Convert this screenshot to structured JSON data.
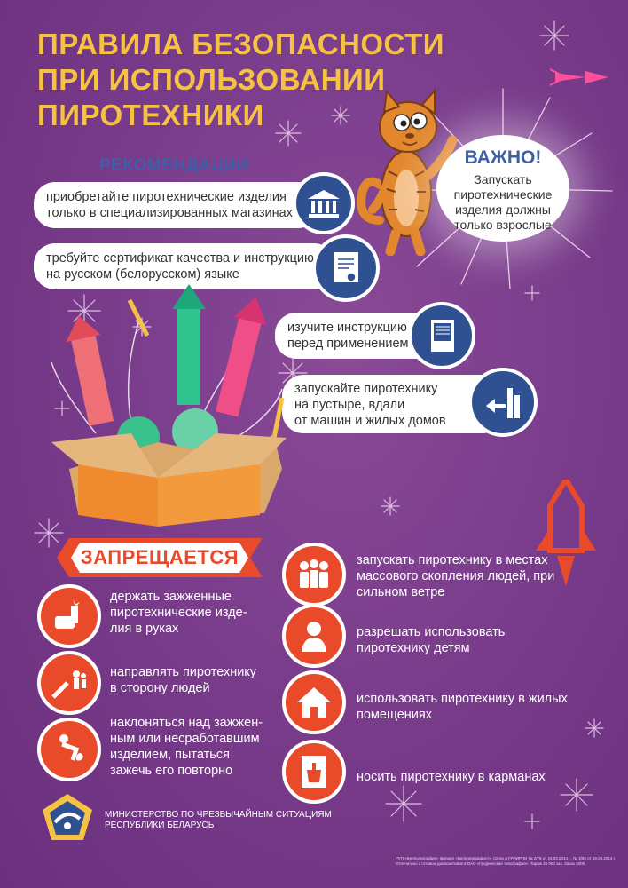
{
  "title": {
    "line1": "ПРАВИЛА БЕЗОПАСНОСТИ",
    "line2": "ПРИ ИСПОЛЬЗОВАНИИ",
    "line3": "ПИРОТЕХНИКИ"
  },
  "recommendations": {
    "heading": "РЕКОМЕНДАЦИИ",
    "items": [
      {
        "line1": "приобретайте пиротехнические изделия",
        "line2": "только в специализированных  магазинах",
        "icon": "shop-icon"
      },
      {
        "line1": "требуйте сертификат качества и инструкцию",
        "line2": "на русском (белорусском) языке",
        "icon": "certificate-icon"
      },
      {
        "line1": "изучите инструкцию",
        "line2": "перед применением",
        "icon": "instruction-book-icon"
      },
      {
        "line1": "запускайте пиротехнику",
        "line2": "на пустыре, вдали",
        "line3": "от машин и жилых домов",
        "icon": "away-from-buildings-icon"
      }
    ]
  },
  "important": {
    "heading": "ВАЖНО!",
    "line1": "Запускать",
    "line2": "пиротехнические",
    "line3": "изделия должны",
    "line4": "только взрослые"
  },
  "forbidden": {
    "heading": "ЗАПРЕЩАЕТСЯ",
    "left_items": [
      {
        "line1": "держать зажженные",
        "line2": "пиротехнические изде-",
        "line3": "лия в руках",
        "icon": "hand-firework-icon"
      },
      {
        "line1": "направлять пиротехнику",
        "line2": "в сторону  людей",
        "icon": "aim-at-people-icon"
      },
      {
        "line1": "наклоняться над зажжен-",
        "line2": "ным или несработавшим",
        "line3": "изделием, пытаться",
        "line4": "зажечь его повторно",
        "icon": "lean-over-firework-icon"
      }
    ],
    "right_items": [
      {
        "line1": "запускать пиротехнику в местах",
        "line2": "массового скопления людей, при",
        "line3": "сильном ветре",
        "icon": "crowd-icon"
      },
      {
        "line1": "разрешать использовать",
        "line2": "пиротехнику детям",
        "icon": "child-icon"
      },
      {
        "line1": "использовать пиротехнику в жилых",
        "line2": "помещениях",
        "icon": "house-icon"
      },
      {
        "line1": "носить пиротехнику в карманах",
        "icon": "pocket-icon"
      }
    ]
  },
  "footer": {
    "ministry_line1": "МИНИСТЕРСТВО ПО ЧРЕЗВЫЧАЙНЫМ СИТУАЦИЯМ",
    "ministry_line2": "РЕСПУБЛИКИ БЕЛАРУСЬ",
    "fineprint_line1": "РУП «Белполиграфия» филиал «Белполиграфист». Св-во о ГРИИРПИ № 2/78 от 24.03.2014 г., № 3/68 от 19.09.2014 г.",
    "fineprint_line2": "Отпечатано с готовых диапозитивов в ОАО «Гродненская типография». Тираж 25 000 экз. Заказ 4000."
  },
  "colors": {
    "background": "#7a3d8c",
    "title": "#f6c243",
    "accent_blue": "#2f5191",
    "accent_red": "#e84a2a"
  }
}
